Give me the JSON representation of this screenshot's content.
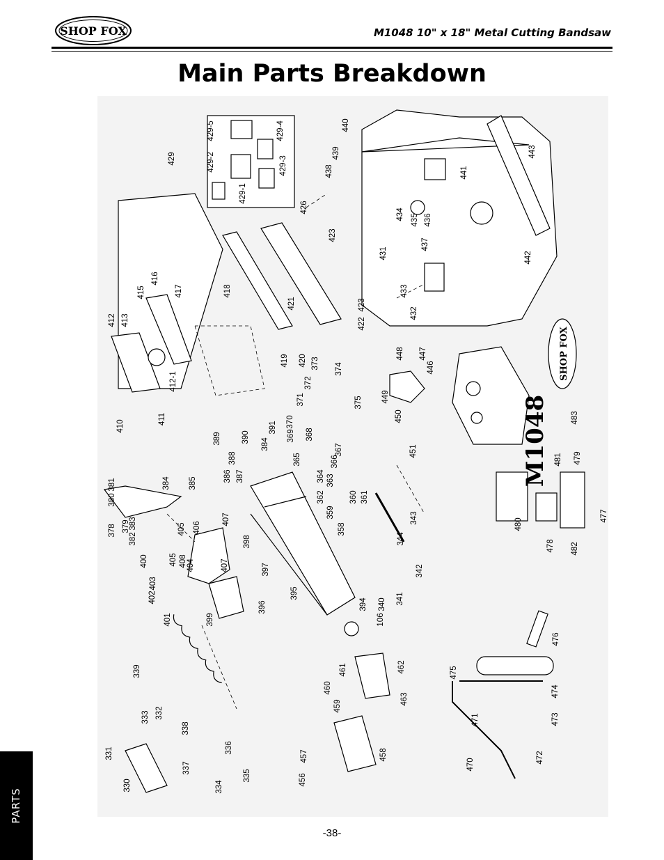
{
  "header": {
    "brand_logo_text": "SHOP FOX",
    "doc_title": "M1048 10\" x 18\" Metal Cutting Bandsaw"
  },
  "page_title": "Main Parts Breakdown",
  "side_tab": {
    "label": "PARTS"
  },
  "footer": {
    "page_number": "-38-"
  },
  "diagram": {
    "model_label": "M1048",
    "brand_label": "SHOP FOX",
    "part_labels": [
      "429",
      "429-5",
      "429-2",
      "429-4",
      "429-1",
      "429-3",
      "440",
      "438",
      "439",
      "443",
      "426",
      "441",
      "423",
      "434",
      "435",
      "436",
      "437",
      "431",
      "442",
      "433",
      "432",
      "412",
      "413",
      "415",
      "416",
      "417",
      "418",
      "421",
      "422",
      "423",
      "448",
      "447",
      "446",
      "419",
      "420",
      "412-1",
      "373",
      "374",
      "372",
      "371",
      "375",
      "449",
      "450",
      "410",
      "411",
      "389",
      "390",
      "391",
      "384",
      "388",
      "369",
      "370",
      "368",
      "367",
      "381",
      "380",
      "378",
      "379",
      "382",
      "383",
      "384",
      "385",
      "386",
      "387",
      "365",
      "366",
      "364",
      "363",
      "362",
      "360",
      "361",
      "359",
      "358",
      "343",
      "344",
      "402",
      "401",
      "405",
      "406",
      "407",
      "400",
      "408",
      "403",
      "405",
      "404",
      "407",
      "398",
      "397",
      "396",
      "395",
      "394",
      "340",
      "341",
      "342",
      "106",
      "399",
      "451",
      "483",
      "481",
      "479",
      "480",
      "478",
      "482",
      "477",
      "339",
      "460",
      "461",
      "462",
      "459",
      "463",
      "475",
      "476",
      "474",
      "473",
      "471",
      "470",
      "472",
      "333",
      "332",
      "331",
      "338",
      "336",
      "337",
      "334",
      "335",
      "330",
      "457",
      "456",
      "458"
    ]
  }
}
